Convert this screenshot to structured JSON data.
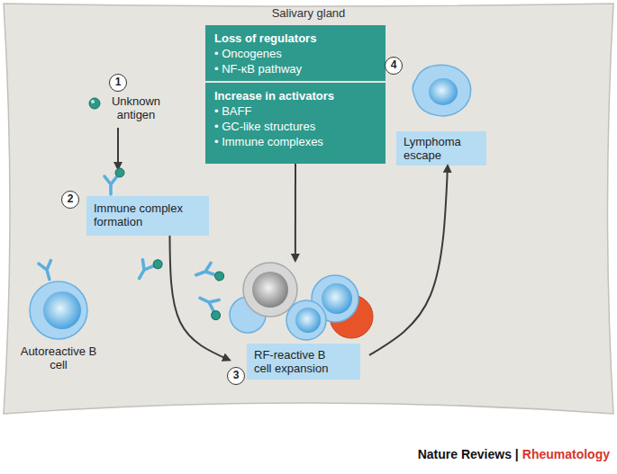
{
  "diagram": {
    "nodes": [
      {
        "text": [
          "Salivary gland"
        ]
      },
      {
        "text": [
          "Loss of regulators",
          "• Oncogenes",
          "• NF-κB pathway"
        ],
        "in": 0
      },
      {
        "text": [
          "Increase in activators",
          "• BAFF",
          "• GC-like structures",
          "• Immune complexes"
        ],
        "in": 0
      },
      {
        "text": [
          "Immune complex formation"
        ],
        "in": 0
      },
      {
        "text": [
          "RF-reactive B cell expansion"
        ],
        "in": 0
      },
      {
        "text": [
          "Lymphoma escape"
        ],
        "in": 0
      }
    ],
    "edges": [
      {
        "from": 2,
        "to": 4,
        "arrow": "to"
      },
      {
        "from": 3,
        "to": 4,
        "arrow": "to"
      },
      {
        "from": 4,
        "to": 5,
        "arrow": "to"
      }
    ],
    "labels": [
      "1",
      "Unknown antigen",
      "2",
      "Autoreactive B cell",
      "3",
      "4",
      "Nature Reviews |",
      "Rheumatology"
    ]
  }
}
